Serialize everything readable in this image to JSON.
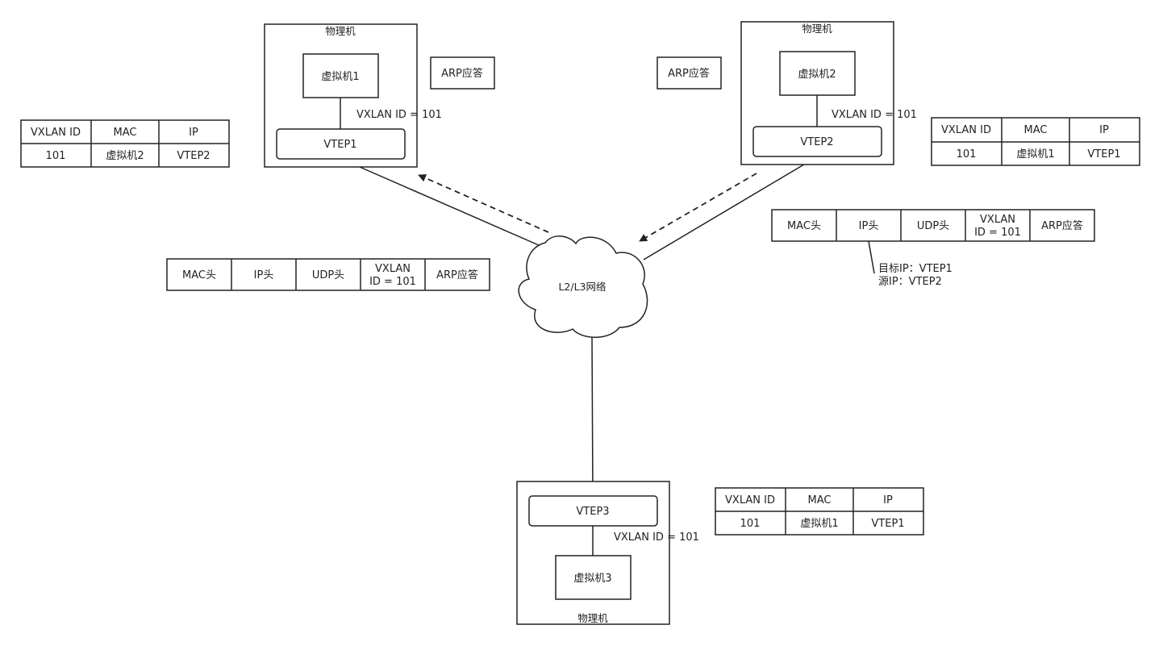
{
  "physical_label": "物理机",
  "vm1": "虚拟机1",
  "vm2": "虚拟机2",
  "vm3": "虚拟机3",
  "vtep1": "VTEP1",
  "vtep2": "VTEP2",
  "vtep3": "VTEP3",
  "vxlan_id_label": "VXLAN ID = 101",
  "arp_reply": "ARP应答",
  "network": "L2/L3网络",
  "table_header": [
    "VXLAN ID",
    "MAC",
    "IP"
  ],
  "table_left_row": [
    "101",
    "虚拟机2",
    "VTEP2"
  ],
  "table_right_row": [
    "101",
    "虚拟机1",
    "VTEP1"
  ],
  "table_bottom_row": [
    "101",
    "虚拟机1",
    "VTEP1"
  ],
  "packet_fields": [
    "MAC头",
    "IP头",
    "UDP头",
    "VXLAN",
    "ID = 101",
    "ARP应答"
  ],
  "note_dest_ip": "目标IP：VTEP1",
  "note_src_ip": "源IP：VTEP2",
  "colors": {
    "stroke": "#222222",
    "background": "#ffffff"
  }
}
